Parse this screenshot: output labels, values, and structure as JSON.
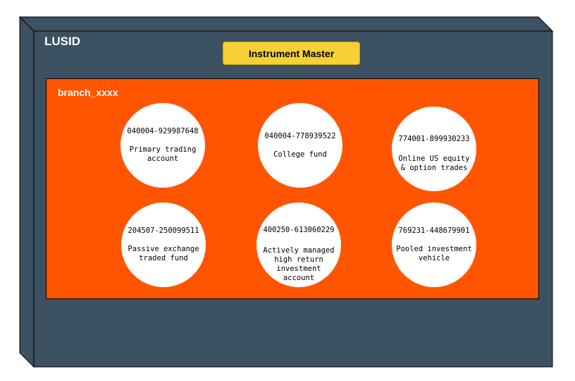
{
  "container": {
    "title": "LUSID"
  },
  "instrument_master": {
    "label": "Instrument Master"
  },
  "branch": {
    "label": "branch_xxxx"
  },
  "accounts": [
    {
      "id": "040004-929987648",
      "description": "Primary trading\naccount"
    },
    {
      "id": "040004-778939522",
      "description": "College fund"
    },
    {
      "id": "774001-899930233",
      "description": "Online US equity\n& option trades"
    },
    {
      "id": "204507-250099511",
      "description": "Passive exchange\ntraded fund"
    },
    {
      "id": "400250-613060229",
      "description": "Actively managed\nhigh return\ninvestment\naccount"
    },
    {
      "id": "769231-448679901",
      "description": "Pooled investment\nvehicle"
    }
  ],
  "colors": {
    "node_front": "#3c5161",
    "node_side": "#2f414f",
    "instrument_master_fill": "#f5d135",
    "branch_fill": "#ff5500",
    "account_fill": "#ffffff"
  }
}
